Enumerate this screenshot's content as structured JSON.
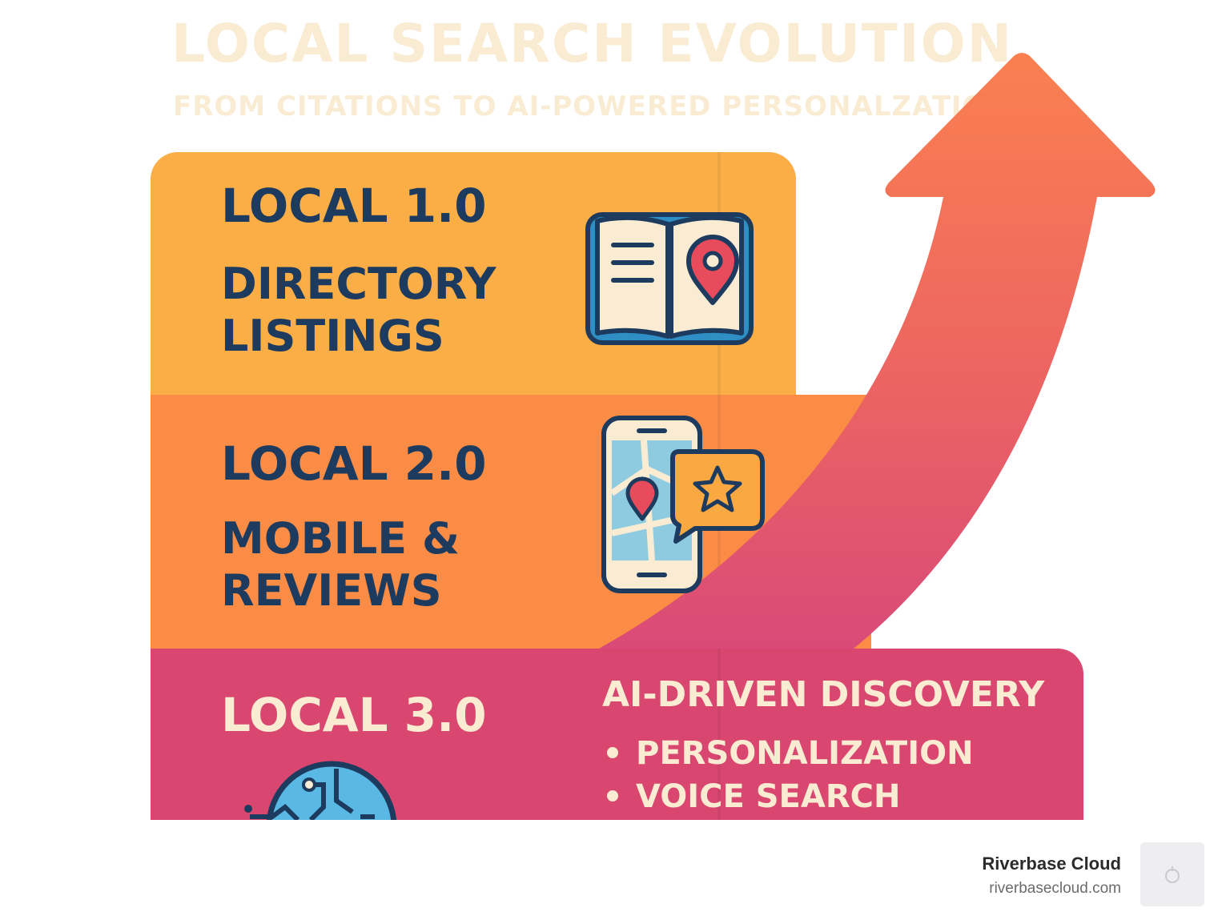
{
  "header": {
    "title": "LOCAL SEARCH EVOLUTION",
    "subtitle": "FROM CITATIONS TO AI-POWERED PERSONALZATION"
  },
  "stages": [
    {
      "level": "LOCAL 1.0",
      "description_lines": [
        "DIRECTORY",
        "LISTINGS"
      ],
      "icon": "book-map-pin-icon"
    },
    {
      "level": "LOCAL 2.0",
      "description_lines": [
        "MOBILE &",
        "REVIEWS"
      ],
      "icon": "phone-map-review-icon"
    },
    {
      "level": "LOCAL 3.0",
      "icon": "ai-brain-icon",
      "feature_title": "AI-DRIVEN DISCOVERY",
      "features": [
        "PERSONALIZATION",
        "VOICE SEARCH"
      ]
    }
  ],
  "brand": {
    "name": "Riverbase Cloud",
    "url": "riverbasecloud.com"
  },
  "colors": {
    "stage1": "#fbad46",
    "stage2": "#fa8c45",
    "stage3": "#d9466f",
    "text_dark": "#1c3b5e",
    "text_light": "#faecd2",
    "arrow_top": "#fa8050",
    "arrow_bottom": "#da4a78"
  }
}
